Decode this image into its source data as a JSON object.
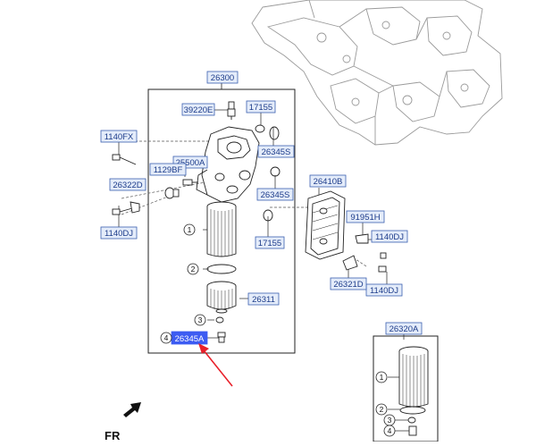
{
  "labels": {
    "l26300": "26300",
    "l39220E": "39220E",
    "l17155a": "17155",
    "l1140FX": "1140FX",
    "l26345Sa": "26345S",
    "l25500A": "25500A",
    "l1129BF": "1129BF",
    "l26322D": "26322D",
    "l26345Sb": "26345S",
    "l26410B": "26410B",
    "l91951H": "91951H",
    "l1140DJa": "1140DJ",
    "l17155b": "17155",
    "l1140DJb": "1140DJ",
    "l1140DJc": "1140DJ",
    "l26321D": "26321D",
    "l26311": "26311",
    "l26345A": "26345A",
    "l26320A": "26320A"
  },
  "callouts": {
    "c1": "1",
    "c2": "2",
    "c3": "3",
    "c4": "4",
    "k1": "1",
    "k2": "2",
    "k3": "3",
    "k4": "4"
  },
  "direction": {
    "fr": "FR"
  },
  "colors": {
    "label_fill": "#e4ecfa",
    "label_stroke": "#3a5fb0",
    "label_text": "#1d3c8a",
    "highlight_fill": "#3d5cf2",
    "highlight_text": "#ffffff",
    "arrow": "#e8202a",
    "line": "#222222"
  }
}
